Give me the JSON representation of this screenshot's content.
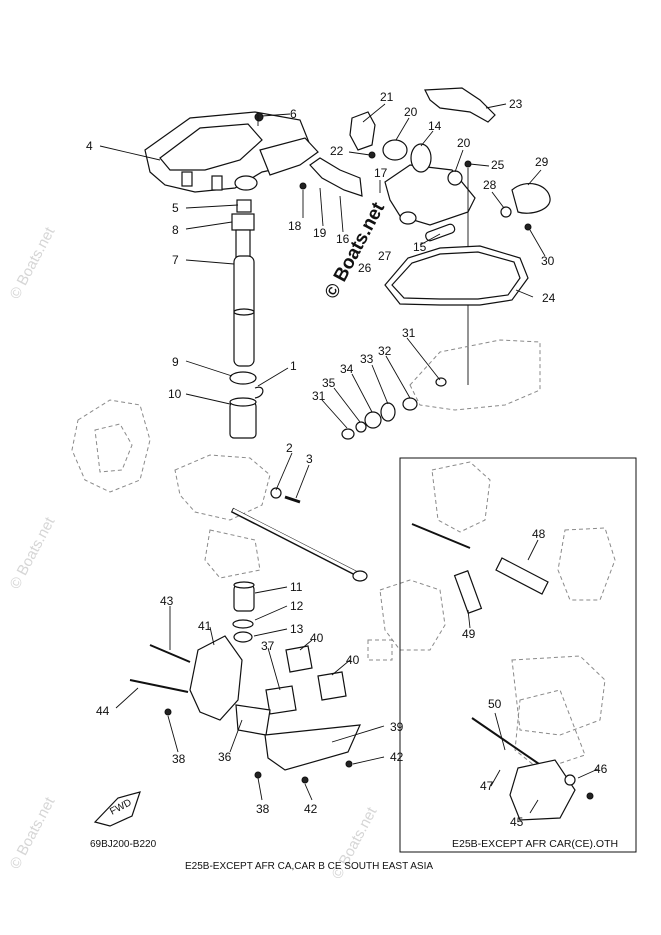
{
  "callouts": [
    "1",
    "2",
    "3",
    "4",
    "5",
    "6",
    "7",
    "8",
    "9",
    "10",
    "11",
    "12",
    "13",
    "14",
    "15",
    "16",
    "17",
    "18",
    "19",
    "20",
    "21",
    "22",
    "23",
    "24",
    "25",
    "26",
    "27",
    "28",
    "29",
    "30",
    "31",
    "32",
    "33",
    "34",
    "35",
    "36",
    "37",
    "38",
    "39",
    "40",
    "41",
    "42",
    "43",
    "44",
    "45",
    "46",
    "47",
    "48",
    "49",
    "50"
  ],
  "watermark": "© Boats.net",
  "fwd_label": "FWD",
  "drawing_code": "69BJ200-B220",
  "inset_caption": "E25B-EXCEPT AFR CAR(CE).OTH",
  "footer_note": "E25B-EXCEPT AFR CA,CAR B CE SOUTH EAST ASIA"
}
